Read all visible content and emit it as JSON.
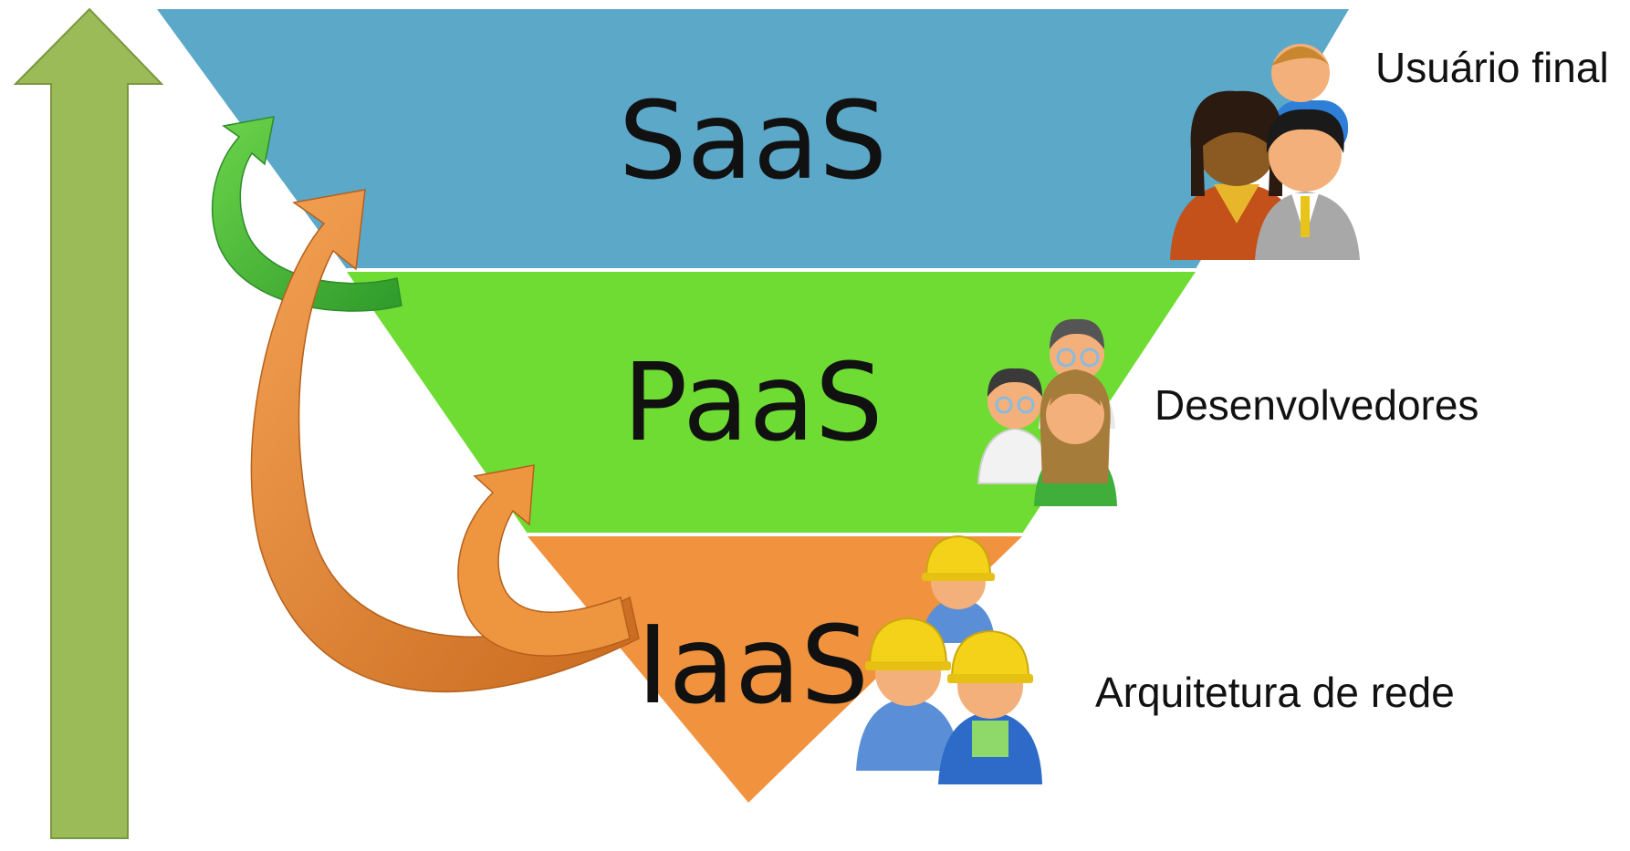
{
  "layers": [
    {
      "id": "saas",
      "label": "SaaS",
      "color": "#5BA8C9"
    },
    {
      "id": "paas",
      "label": "PaaS",
      "color": "#6FDC34"
    },
    {
      "id": "iaas",
      "label": "IaaS",
      "color": "#F0923E"
    }
  ],
  "audiences": {
    "saas": "Usuário final",
    "paas": "Desenvolvedores",
    "iaas": "Arquitetura de rede"
  },
  "icons": {
    "saas": "business-users-icon",
    "paas": "developers-icon",
    "iaas": "construction-workers-icon"
  },
  "colors": {
    "vertical_arrow": "#9BBB59",
    "green_curved_arrow": "#3FB02E",
    "orange_curved_arrow": "#E07B2A",
    "skin": "#F4B07A",
    "hard_hat": "#F5D21A"
  }
}
